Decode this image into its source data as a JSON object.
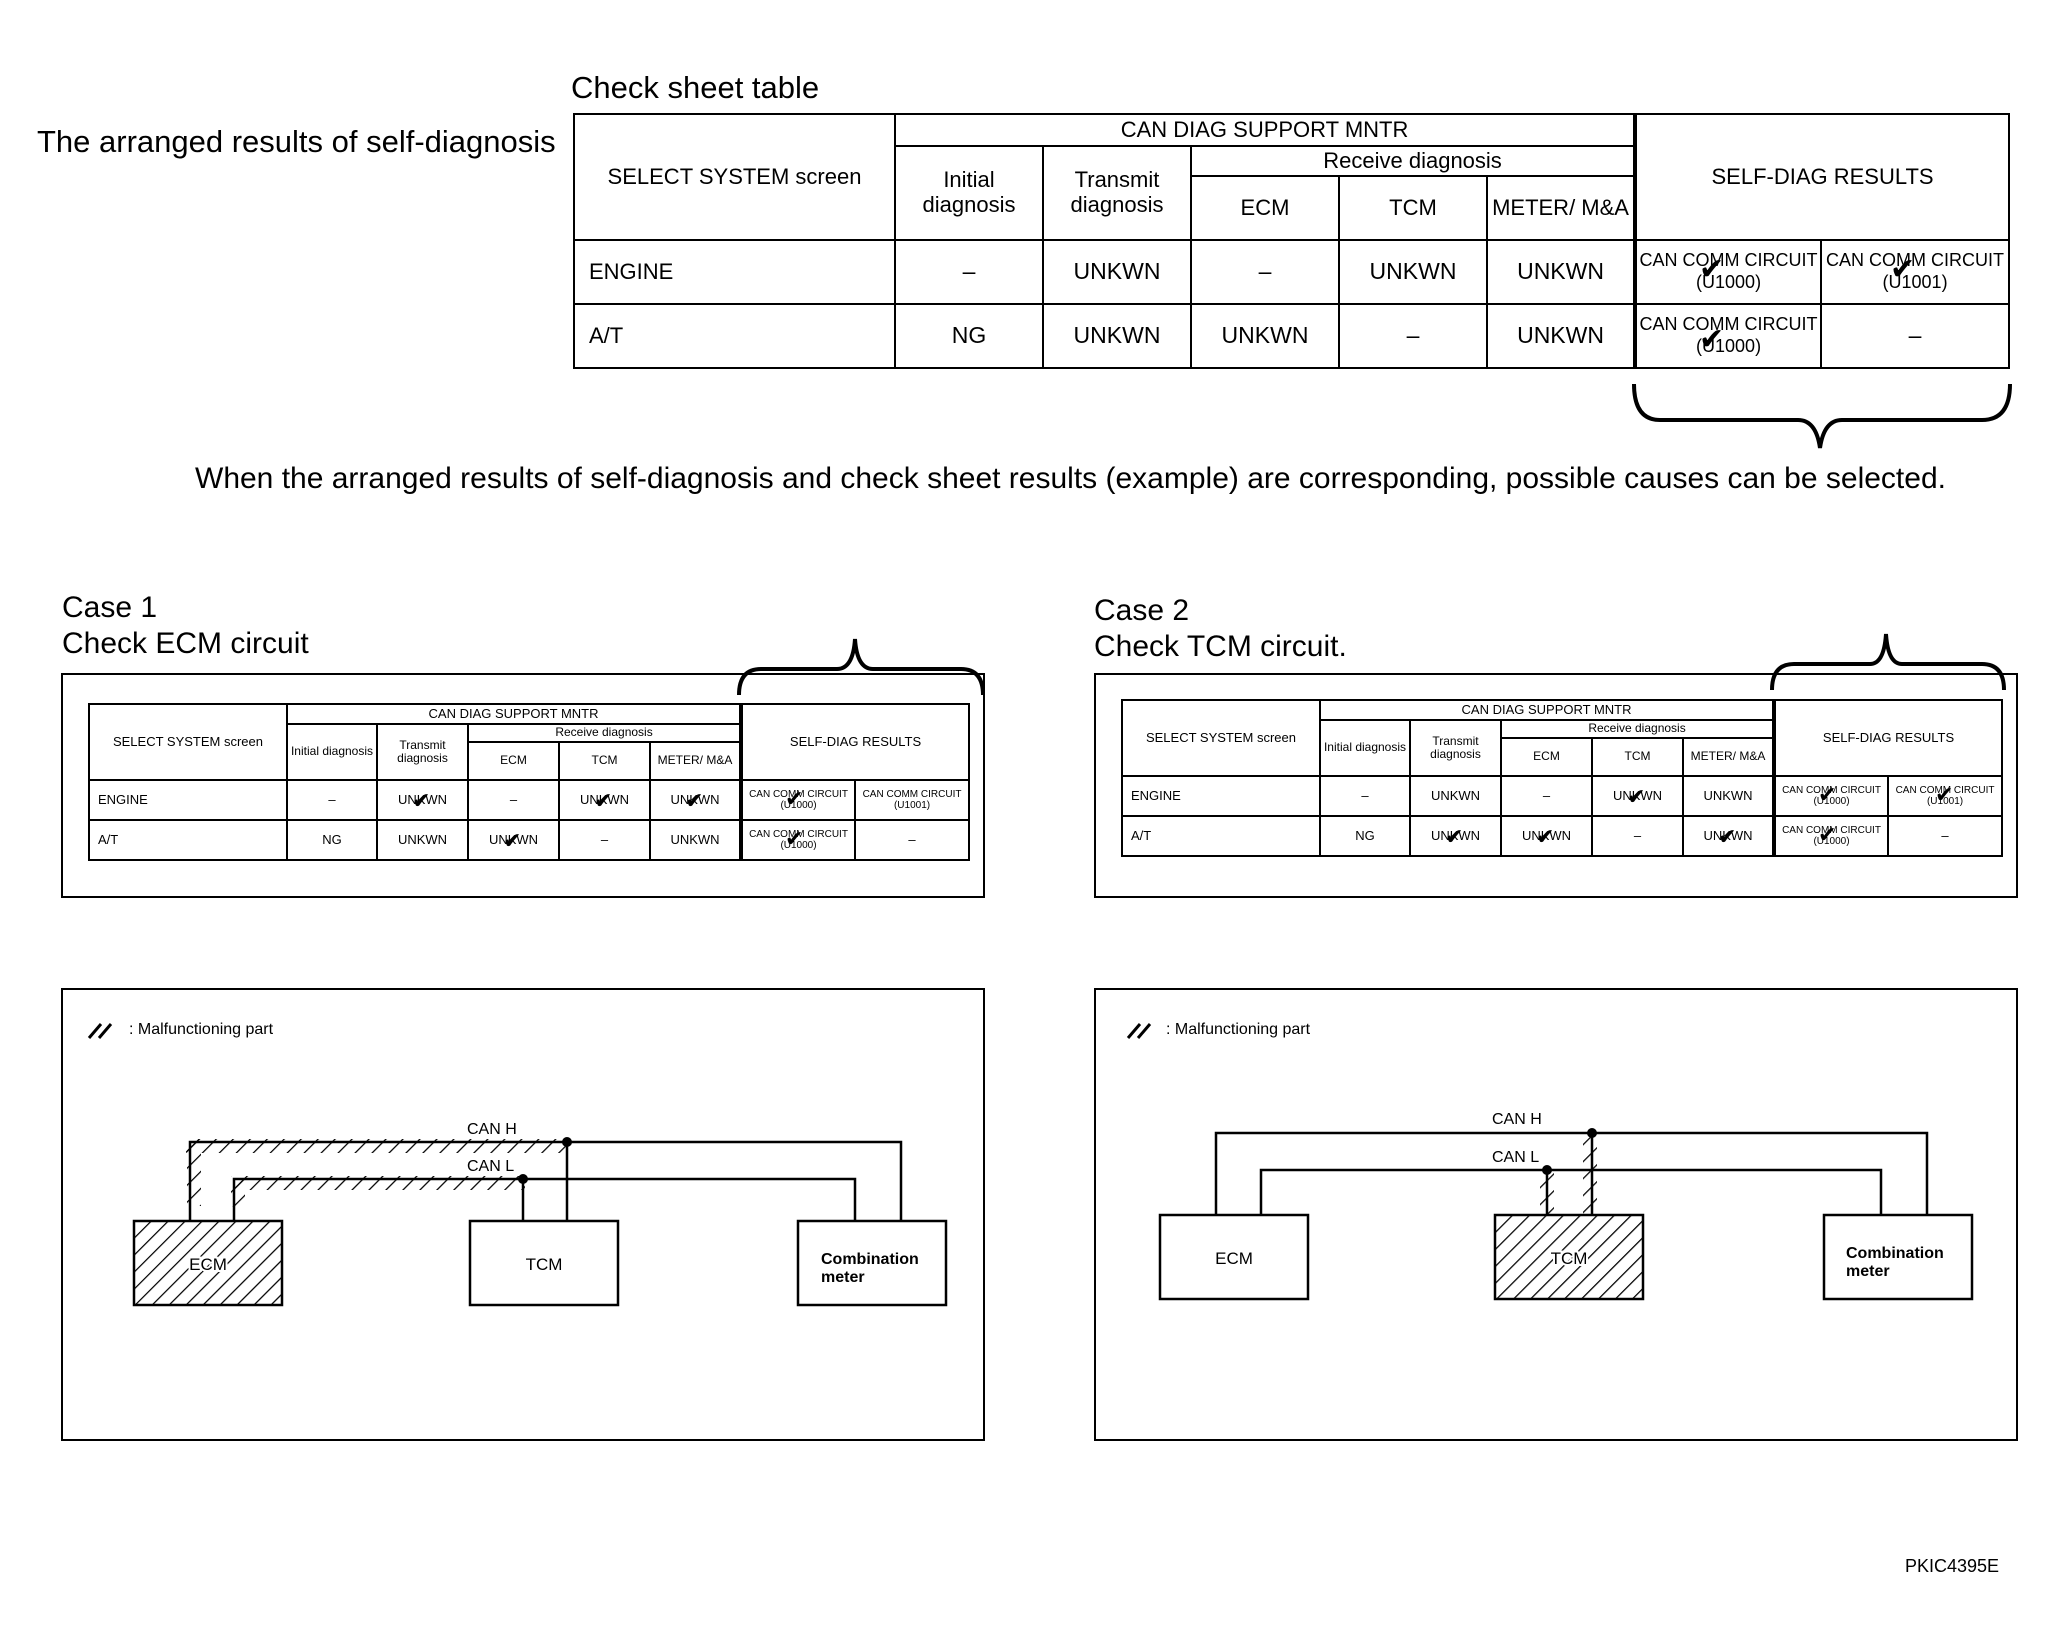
{
  "check_sheet_title": "Check sheet table",
  "arranged_results_label": "The arranged results of self-diagnosis",
  "correspondence_note": "When the arranged results of self-diagnosis and check sheet results (example) are corresponding, possible causes can be selected.",
  "table_headers": {
    "select_system": "SELECT SYSTEM screen",
    "can_diag_support": "CAN DIAG SUPPORT MNTR",
    "initial_diagnosis": "Initial diagnosis",
    "transmit_diagnosis": "Transmit diagnosis",
    "receive_diagnosis": "Receive diagnosis",
    "ecm": "ECM",
    "tcm": "TCM",
    "meter": "METER/ M&A",
    "self_diag_results": "SELF-DIAG RESULTS"
  },
  "rows": [
    {
      "system": "ENGINE",
      "initial": "–",
      "transmit": "UNKWN",
      "ecm": "–",
      "tcm": "UNKWN",
      "meter": "UNKWN",
      "self_diag": [
        "CAN COMM CIRCUIT (U1000)",
        "CAN COMM CIRCUIT (U1001)"
      ]
    },
    {
      "system": "A/T",
      "initial": "NG",
      "transmit": "UNKWN",
      "ecm": "UNKWN",
      "tcm": "–",
      "meter": "UNKWN",
      "self_diag": [
        "CAN COMM CIRCUIT (U1000)",
        "–"
      ]
    }
  ],
  "check_mark": "✔",
  "cases": [
    {
      "case_label": "Case 1",
      "case_action": "Check ECM circuit",
      "checked_cells": [
        "engine.transmit",
        "engine.tcm",
        "engine.meter",
        "engine.self1",
        "at.ecm",
        "at.self1"
      ],
      "legend": ": Malfunctioning part",
      "can_h": "CAN H",
      "can_l": "CAN L",
      "modules": [
        "ECM",
        "TCM",
        "Combination meter"
      ],
      "malfunctioning": "ECM"
    },
    {
      "case_label": "Case 2",
      "case_action": "Check TCM circuit.",
      "checked_cells": [
        "engine.tcm",
        "engine.self1",
        "engine.self2",
        "at.transmit",
        "at.ecm",
        "at.meter",
        "at.self1"
      ],
      "legend": ": Malfunctioning part",
      "can_h": "CAN H",
      "can_l": "CAN L",
      "modules": [
        "ECM",
        "TCM",
        "Combination meter"
      ],
      "malfunctioning": "TCM"
    }
  ],
  "figure_code": "PKIC4395E"
}
